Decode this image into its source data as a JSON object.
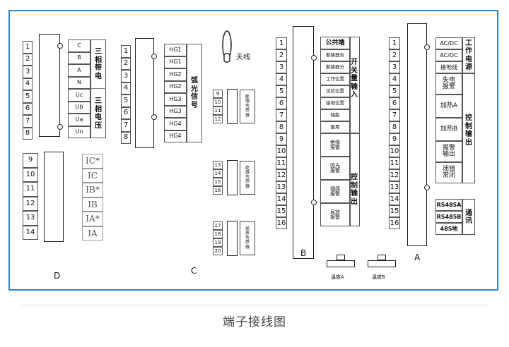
{
  "caption": "端子接线图",
  "D": {
    "label": "D",
    "top_nums": [
      "1",
      "2",
      "3",
      "4",
      "5",
      "6",
      "7",
      "8"
    ],
    "signals": [
      "C",
      "B",
      "A",
      "N",
      "Uc",
      "Ub",
      "Ua",
      "Un"
    ],
    "group1": [
      "三",
      "相",
      "带",
      "电"
    ],
    "group2": [
      "三",
      "相",
      "电",
      "压"
    ],
    "bottom_nums": [
      "9",
      "10",
      "11",
      "12",
      "13",
      "14"
    ],
    "star_glyph": "✡",
    "ct_labels": [
      "IC*",
      "IC",
      "IB*",
      "IB",
      "IA*",
      "IA"
    ]
  },
  "C": {
    "label": "C",
    "nums": [
      "1",
      "2",
      "3",
      "4",
      "5",
      "6",
      "7",
      "8"
    ],
    "signals": [
      "HG1",
      "HG1",
      "HG2",
      "HG2",
      "HG3",
      "HG3",
      "HG4",
      "HG4"
    ],
    "group": [
      "弧",
      "光",
      "信",
      "号"
    ],
    "antenna_label": "天线",
    "sensors": [
      {
        "nums": [
          "9",
          "10",
          "11",
          "12"
        ],
        "label": [
          "断",
          "路",
          "传",
          "感",
          "器"
        ]
      },
      {
        "nums": [
          "13",
          "14",
          "15",
          "16"
        ],
        "label": [
          "绝",
          "缘",
          "传",
          "感",
          "器"
        ]
      },
      {
        "nums": [
          "17",
          "18",
          "19",
          "20"
        ],
        "label": [
          "局",
          "放",
          "传",
          "感",
          "器"
        ]
      }
    ]
  },
  "B": {
    "label": "B",
    "nums": [
      "1",
      "2",
      "3",
      "4",
      "5",
      "6",
      "7",
      "8",
      "9",
      "10",
      "11",
      "12",
      "13",
      "14",
      "15",
      "16"
    ],
    "header": "公共端",
    "inputs": [
      "断路器合",
      "断路器分",
      "工作位置",
      "试验位置",
      "接地位置",
      "储能",
      "备用"
    ],
    "input_group": [
      "开",
      "关",
      "量",
      "输",
      "入"
    ],
    "outputs": [
      [
        "绝缘",
        "报警"
      ],
      [
        "弧光",
        "报警"
      ],
      [
        "烟感",
        "报警"
      ],
      [
        "局放",
        "报警"
      ]
    ],
    "output_group": [
      "控",
      "制",
      "输",
      "出"
    ],
    "temp_a": "温度A",
    "temp_b": "温度B"
  },
  "A": {
    "label": "A",
    "nums": [
      "1",
      "2",
      "3",
      "4",
      "5",
      "6",
      "7",
      "8",
      "9",
      "10",
      "11",
      "12",
      "13",
      "14",
      "15",
      "16"
    ],
    "power": [
      "AC/DC",
      "AC/DC",
      "接地线"
    ],
    "power_group": [
      "工",
      "作",
      "电",
      "源"
    ],
    "controls": [
      [
        "失电",
        "报警"
      ],
      [
        "加热A"
      ],
      [
        "加热B"
      ],
      [
        "报警",
        "输出"
      ],
      [
        "闭锁",
        "常闭"
      ]
    ],
    "control_group": [
      "控",
      "制",
      "输",
      "出"
    ],
    "comm": [
      "RS485A",
      "RS485B",
      "485地"
    ],
    "comm_group": [
      "通",
      "讯"
    ]
  }
}
